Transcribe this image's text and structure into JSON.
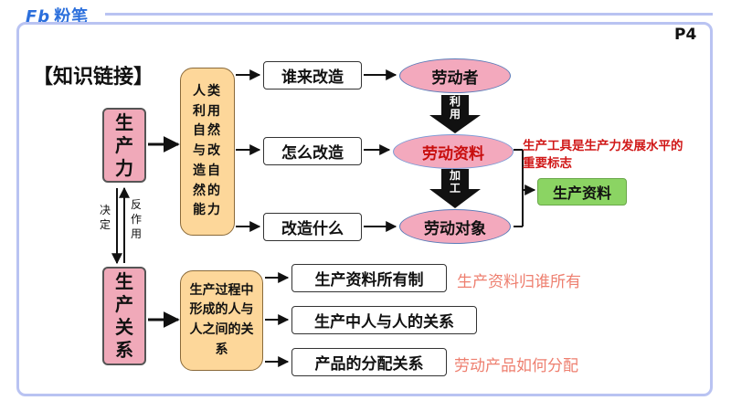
{
  "header": {
    "logo_mark": "Fb",
    "logo_text": "粉笔",
    "page": "P4"
  },
  "section_title": "【知识链接】",
  "nodes": {
    "productive_forces": "生产力",
    "relations_of_production": "生产关系",
    "transform_desc": "人类利用自然与改造自然的能力",
    "relations_desc": "生产过程中形成的人与人之间的关系",
    "who": "谁来改造",
    "how": "怎么改造",
    "what": "改造什么",
    "laborer": "劳动者",
    "means_of_labor": "劳动资料",
    "object_of_labor": "劳动对象",
    "means_of_production": "生产资料",
    "ownership": "生产资料所有制",
    "relations_in_production": "生产中人与人的关系",
    "distribution": "产品的分配关系"
  },
  "labels": {
    "decides": "决定",
    "reacts": "反作用",
    "use": "利用",
    "process": "加工"
  },
  "notes": {
    "tools_note": "生产工具是生产力发展水平的重要标志",
    "ownership_note": "生产资料归谁所有",
    "distribution_note": "劳动产品如何分配"
  },
  "colors": {
    "pink": "#f0a9b9",
    "orange": "#fdd79a",
    "green": "#8bd463",
    "red_note": "#d01818",
    "salmon_note": "#ee7f6f",
    "frame": "#b9c3f2"
  }
}
